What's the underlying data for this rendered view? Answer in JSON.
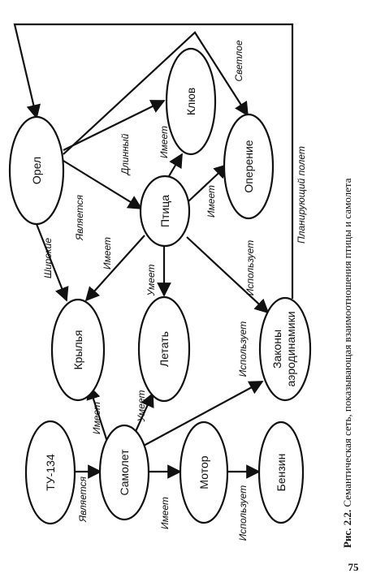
{
  "nodes": {
    "orel": "Орел",
    "ptitsa": "Птица",
    "klyuv": "Клюв",
    "operenie": "Оперение",
    "krylya": "Крылья",
    "letat": "Летать",
    "zakony_1": "Законы",
    "zakony_2": "аэродинамики",
    "tu134": "ТУ-134",
    "samolet": "Самолет",
    "motor": "Мотор",
    "benzin": "Бензин"
  },
  "edges": {
    "orel_ptitsa": "Является",
    "orel_krylya": "Широкие",
    "ptitsa_klyuv": "Имеет",
    "klyuv_dlinny": "Длинный",
    "ptitsa_operenie": "Имеет",
    "operenie_svetloe": "Светлое",
    "ptitsa_krylya": "Имеет",
    "ptitsa_letat": "Умеет",
    "ptitsa_zakony": "Использует",
    "zakony_planir": "Планирующий полет",
    "tu_samolet": "Является",
    "samolet_krylya": "Имеет",
    "samolet_letat": "Умеет",
    "samolet_zakony": "Использует",
    "samolet_motor": "Имеет",
    "motor_benzin": "Использует"
  },
  "caption": {
    "prefix": "Рис. 2.2.",
    "text": "Семантическая сеть, показывающая взаимоотношения птицы и самолета"
  },
  "page_number": "75"
}
